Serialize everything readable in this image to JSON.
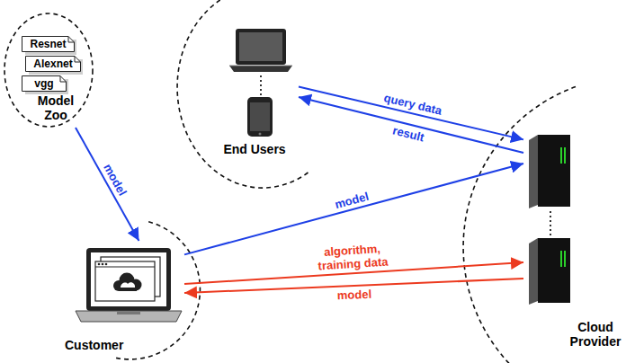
{
  "diagram": {
    "nodes": [
      {
        "text": [
          "Model Zoo"
        ]
      },
      {
        "text": [
          "Resnet"
        ],
        "in": 0
      },
      {
        "text": [
          "Alexnet"
        ],
        "in": 0
      },
      {
        "text": [
          "vgg"
        ],
        "in": 0
      },
      {
        "text": [
          "End Users"
        ]
      },
      {
        "text": [
          "Customer"
        ]
      },
      {
        "text": [
          "Cloud Provider"
        ]
      }
    ],
    "edges": [
      {
        "from": 0,
        "to": 5,
        "label": "model",
        "arrow": "to"
      },
      {
        "from": 4,
        "to": 6,
        "label": "query data",
        "arrow": "to"
      },
      {
        "from": 6,
        "to": 4,
        "label": "result",
        "arrow": "to"
      },
      {
        "from": 5,
        "to": 6,
        "label": "model",
        "arrow": "to"
      },
      {
        "from": 5,
        "to": 6,
        "label": "algorithm, training data",
        "arrow": "to"
      },
      {
        "from": 6,
        "to": 5,
        "label": "model",
        "arrow": "to"
      }
    ]
  }
}
